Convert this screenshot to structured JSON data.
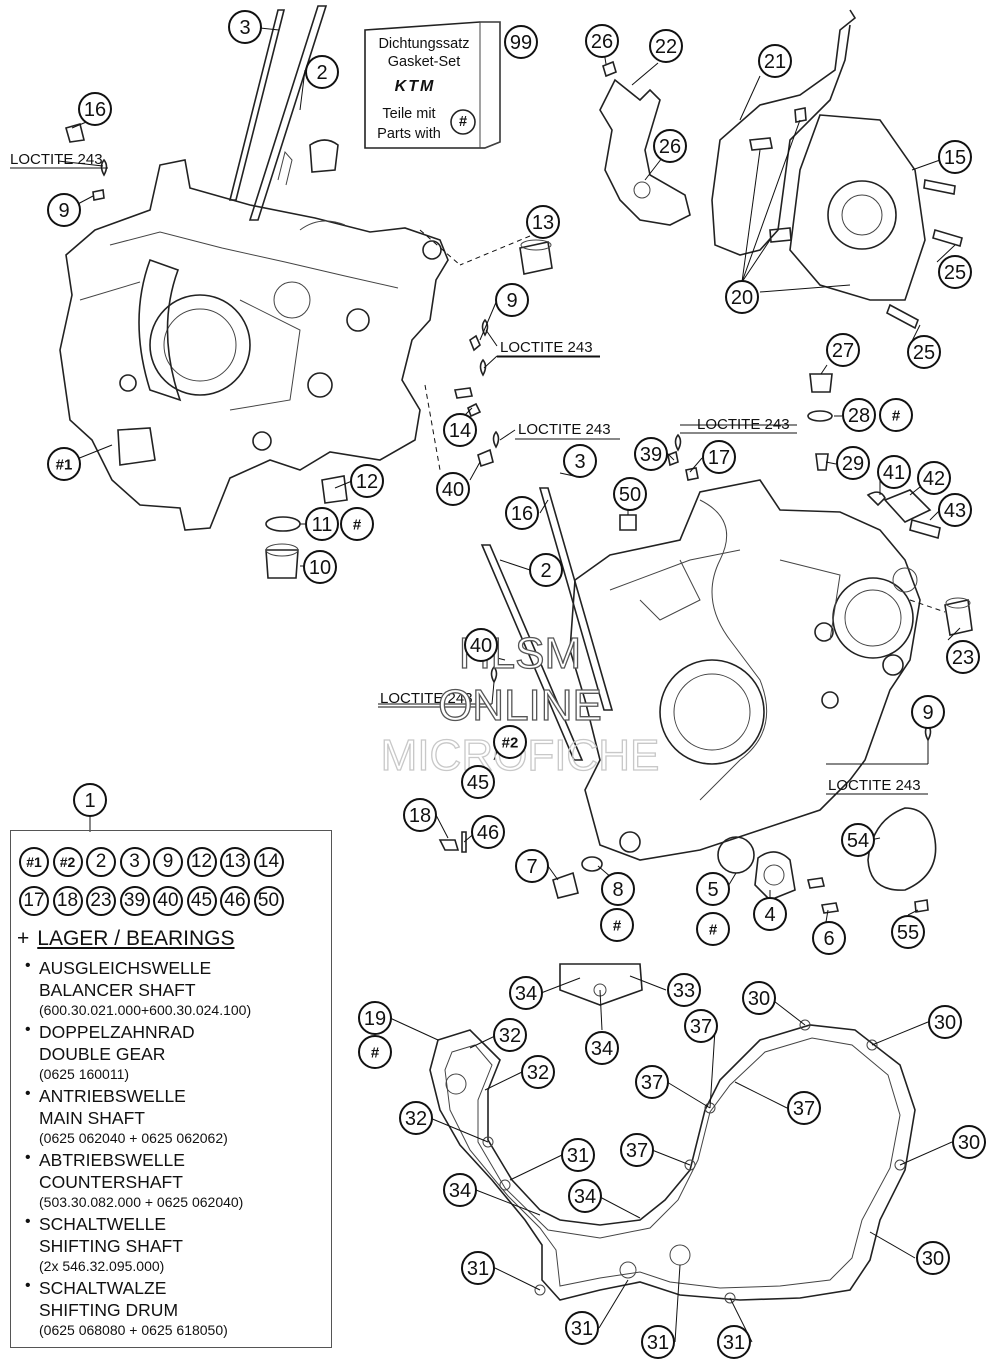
{
  "callouts": [
    "1",
    "2",
    "3",
    "4",
    "5",
    "6",
    "7",
    "8",
    "9",
    "10",
    "11",
    "12",
    "13",
    "14",
    "15",
    "16",
    "17",
    "18",
    "19",
    "20",
    "21",
    "22",
    "23",
    "25",
    "26",
    "27",
    "28",
    "29",
    "30",
    "31",
    "32",
    "33",
    "34",
    "37",
    "39",
    "40",
    "41",
    "42",
    "43",
    "45",
    "46",
    "50",
    "54",
    "55",
    "99",
    "#1",
    "#2",
    "#"
  ],
  "loctite_label": "LOCTITE 243",
  "gasket_set": {
    "line1": "Dichtungssatz",
    "line2": "Gasket-Set",
    "logo": "KTM",
    "line3": "Teile mit",
    "line4": "Parts with",
    "mark": "#"
  },
  "kit": {
    "badges": [
      "#1",
      "#2",
      "2",
      "3",
      "9",
      "12",
      "13",
      "14",
      "17",
      "18",
      "23",
      "39",
      "40",
      "45",
      "46",
      "50"
    ],
    "bearings_prefix": "+",
    "bearings_title": "LAGER / BEARINGS",
    "items": [
      {
        "de": "AUSGLEICHSWELLE",
        "en": "BALANCER SHAFT",
        "numbers": "(600.30.021.000+600.30.024.100)"
      },
      {
        "de": "DOPPELZAHNRAD",
        "en": "DOUBLE GEAR",
        "numbers": "(0625 160011)"
      },
      {
        "de": "ANTRIEBSWELLE",
        "en": "MAIN SHAFT",
        "numbers": "(0625 062040 + 0625 062062)"
      },
      {
        "de": "ABTRIEBSWELLE",
        "en": "COUNTERSHAFT",
        "numbers": "(503.30.082.000 + 0625 062040)"
      },
      {
        "de": "SCHALTWELLE",
        "en": "SHIFTING SHAFT",
        "numbers": "(2x 546.32.095.000)"
      },
      {
        "de": "SCHALTWALZE",
        "en": "SHIFTING DRUM",
        "numbers": "(0625 068080 + 0625 618050)"
      }
    ]
  },
  "watermark": [
    "HLSM",
    "ONLINE",
    "MICROFICHE"
  ]
}
